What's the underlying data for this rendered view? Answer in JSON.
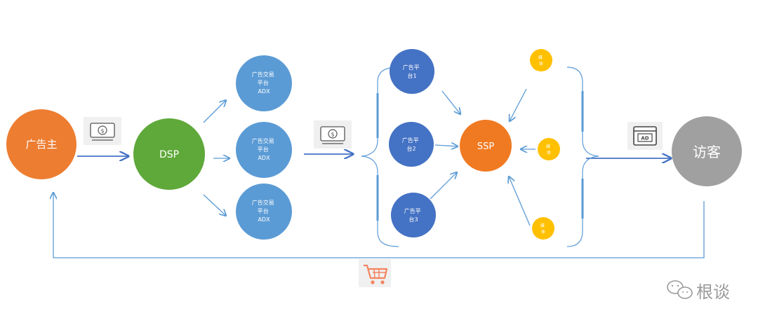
{
  "nodes": {
    "advertiser": {
      "label": "广告主",
      "color": "#ED7D31"
    },
    "dsp": {
      "label": "DSP",
      "color": "#5FA83A"
    },
    "adx": {
      "lines": [
        "广告交易",
        "平台",
        "ADX"
      ],
      "color": "#5B9BD5"
    },
    "ad_platform_1": {
      "lines": [
        "广告平",
        "台1"
      ],
      "color": "#4472C4"
    },
    "ad_platform_2": {
      "lines": [
        "广告平",
        "台2"
      ],
      "color": "#4472C4"
    },
    "ad_platform_3": {
      "lines": [
        "广告平",
        "台3"
      ],
      "color": "#4472C4"
    },
    "ssp": {
      "label": "SSP",
      "color": "#F07A22"
    },
    "media": {
      "lines": [
        "媒",
        "体"
      ],
      "color": "#FFC000"
    },
    "visitor": {
      "label": "访客",
      "color": "#A0A0A0"
    }
  },
  "icons": {
    "money": "money-bill-icon",
    "ad": "ad-window-icon",
    "cart": "shopping-cart-icon",
    "wechat": "wechat-icon"
  },
  "watermark": {
    "text": "根谈"
  },
  "colors": {
    "arrow": "#5B9BD5",
    "flow": "#4472C4",
    "cart": "#F4845F",
    "watermark": "#9A9A9A"
  }
}
